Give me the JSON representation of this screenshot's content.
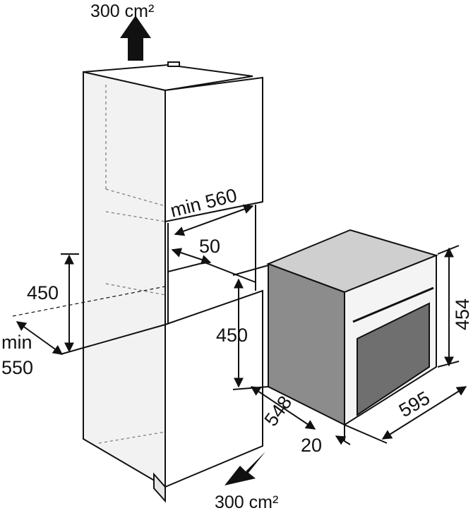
{
  "colors": {
    "line": "#111111",
    "cabinet_fill": "#ffffff",
    "oven_top": "#cfcfcf",
    "oven_side": "#8c8c8c",
    "oven_front": "#f4f4f4",
    "oven_glass": "#6f6f6f"
  },
  "labels": {
    "vent_top": "300 cm²",
    "vent_bottom": "300 cm²",
    "min_width": "min 560",
    "gap": "50",
    "cabinet_height": "450",
    "min_depth_prefix": "min",
    "min_depth_value": "550",
    "oven_height_from_base": "450",
    "oven_height": "454",
    "oven_depth": "548",
    "oven_width": "595",
    "oven_panel": "20"
  },
  "icons": {
    "vent_top": "arrow-up-icon",
    "vent_bottom": "arrow-up-right-icon"
  }
}
